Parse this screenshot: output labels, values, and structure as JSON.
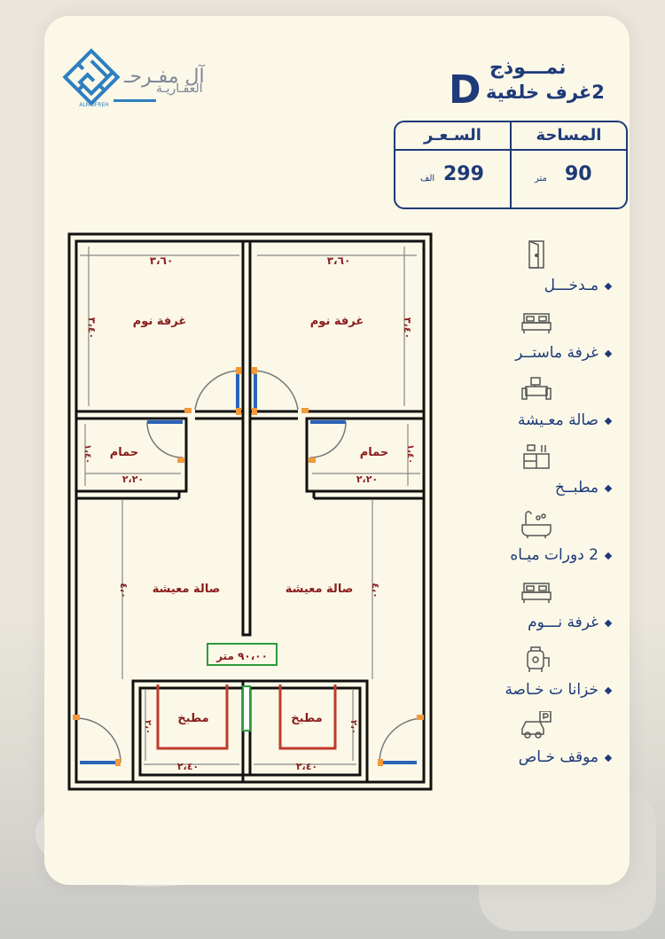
{
  "brand": {
    "name": "آل مفـرحـ",
    "subtitle": "العقـاريـة",
    "logo_text": "ALMOFREH"
  },
  "model": {
    "title": "نمـــوذج",
    "letter": "D",
    "subtitle": "2غرف خلفية"
  },
  "specs": {
    "area_label": "المساحة",
    "area_value": "90",
    "area_unit": "متر",
    "price_label": "السـعـر",
    "price_value": "299",
    "price_unit": "الف"
  },
  "floorplan": {
    "bedroom_left": "غرفة نوم",
    "bedroom_right": "غرفة نوم",
    "bath_left": "حمام",
    "bath_right": "حمام",
    "living_left": "صالة معيشة",
    "living_right": "صالة معيشة",
    "kitchen_left": "مطبخ",
    "kitchen_right": "مطبخ",
    "dim_bedroom_width_left": "٣،٦٠",
    "dim_bedroom_width_right": "٣،٦٠",
    "dim_bedroom_depth_left": "٣،٤٠",
    "dim_bedroom_depth_right": "٣،٤٠",
    "dim_bath_width_left": "٢،٢٠",
    "dim_bath_width_right": "٢،٢٠",
    "dim_bath_depth_left": "١،٤٠",
    "dim_bath_depth_right": "١،٤٠",
    "dim_living_depth_left": "٤،٠",
    "dim_living_depth_right": "٤،٠",
    "dim_kitchen_width_left": "٢،٤٠",
    "dim_kitchen_width_right": "٢،٤٠",
    "dim_kitchen_depth_left": "٢،٠",
    "dim_kitchen_depth_right": "٢،٠",
    "area_badge": "٩٠،٠٠ متر"
  },
  "features": [
    {
      "label": "مـدخـــل",
      "icon": "door-icon"
    },
    {
      "label": "غرفة ماستــر",
      "icon": "bed-icon"
    },
    {
      "label": "صالة معـيشة",
      "icon": "sofa-icon"
    },
    {
      "label": "مطبــخ",
      "icon": "kitchen-icon"
    },
    {
      "label": "2 دورات ميـاه",
      "icon": "bathtub-icon"
    },
    {
      "label": "غرفة نـــوم",
      "icon": "bed-icon"
    },
    {
      "label": "خزانا ت خـاصة",
      "icon": "water-tank-icon"
    },
    {
      "label": "موقف خـاص",
      "icon": "parking-icon"
    }
  ],
  "colors": {
    "navy": "#1e3a78",
    "accent_blue": "#2c7fc0",
    "room_label_red": "#8a1c1c",
    "door_orange": "#f2993a",
    "card_bg": "#fbf8e8"
  }
}
